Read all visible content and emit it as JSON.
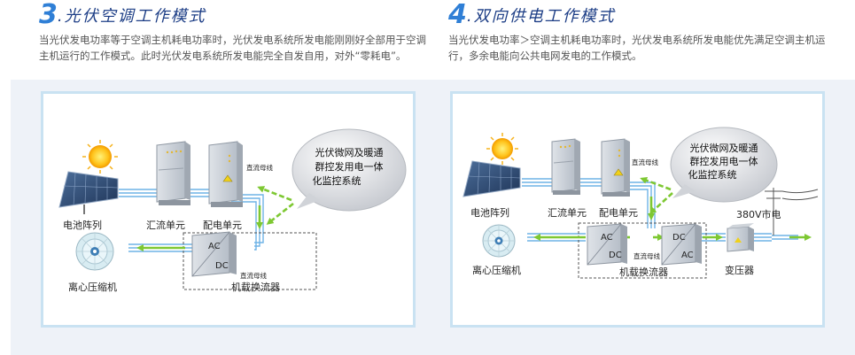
{
  "modes": [
    {
      "number": "3",
      "title": ".光伏空调工作模式",
      "description": "当光伏发电功率等于空调主机耗电功率时，光伏发电系统所发电能刚刚好全部用于空调主机运行的工作模式。此时光伏发电系统所发电能完全自发自用，对外“零耗电”。",
      "labels": {
        "pv_array": "电池阵列",
        "combiner": "汇流单元",
        "distribution": "配电单元",
        "dc_bus_top": "直流母线",
        "dc_bus_bottom": "直流母线",
        "monitor_line1": "光伏微网及暖通",
        "monitor_line2": "群控发用电一体",
        "monitor_line3": "化监控系统",
        "ac": "AC",
        "dc": "DC",
        "compressor": "离心压缩机",
        "converter": "机载换流器"
      }
    },
    {
      "number": "4",
      "title": ".双向供电工作模式",
      "description": "当光伏发电功率＞空调主机耗电功率时，光伏发电系统所发电能优先满足空调主机运行，多余电能向公共电网发电的工作模式。",
      "labels": {
        "pv_array": "电池阵列",
        "combiner": "汇流单元",
        "distribution": "配电单元",
        "dc_bus_top": "直流母线",
        "dc_bus_bottom": "直流母线",
        "monitor_line1": "光伏微网及暖通",
        "monitor_line2": "群控发用电一体",
        "monitor_line3": "化监控系统",
        "ac1": "AC",
        "dc1": "DC",
        "dc2": "DC",
        "ac2": "AC",
        "grid": "380V市电",
        "compressor": "离心压缩机",
        "converter": "机载换流器",
        "transformer": "变压器"
      }
    }
  ],
  "colors": {
    "title_number": "#2f7fd6",
    "title_text": "#1d3e86",
    "arrow_green": "#7ec832",
    "cable_blue": "#6fb3e6",
    "panel_border": "#c9e2f2"
  }
}
